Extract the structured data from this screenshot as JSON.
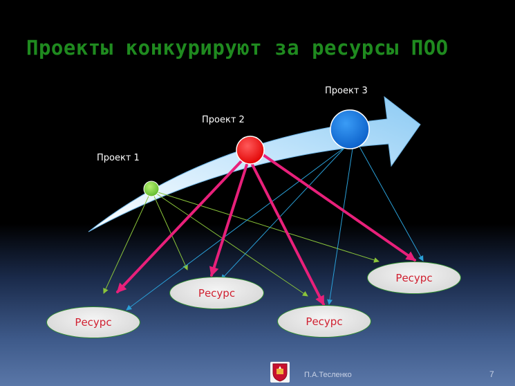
{
  "slide": {
    "title": "Проекты конкурируют за ресурсы ПОО",
    "footer_author": "П.А.Тесленко",
    "page_number": "7"
  },
  "projects": [
    {
      "label": "Проект 1",
      "color": "#7ed43a"
    },
    {
      "label": "Проект 2",
      "color": "#ff1a1a"
    },
    {
      "label": "Проект 3",
      "color": "#1a78e0"
    }
  ],
  "resources": [
    {
      "label": "Ресурс"
    },
    {
      "label": "Ресурс"
    },
    {
      "label": "Ресурс"
    },
    {
      "label": "Ресурс"
    }
  ],
  "colors": {
    "title": "#1f8a1f",
    "arrow": "#a8d8f8",
    "project1_links": "#8ac43a",
    "project2_links": "#e8207a",
    "project3_links": "#2aa0d8",
    "resource_text": "#d02030"
  }
}
